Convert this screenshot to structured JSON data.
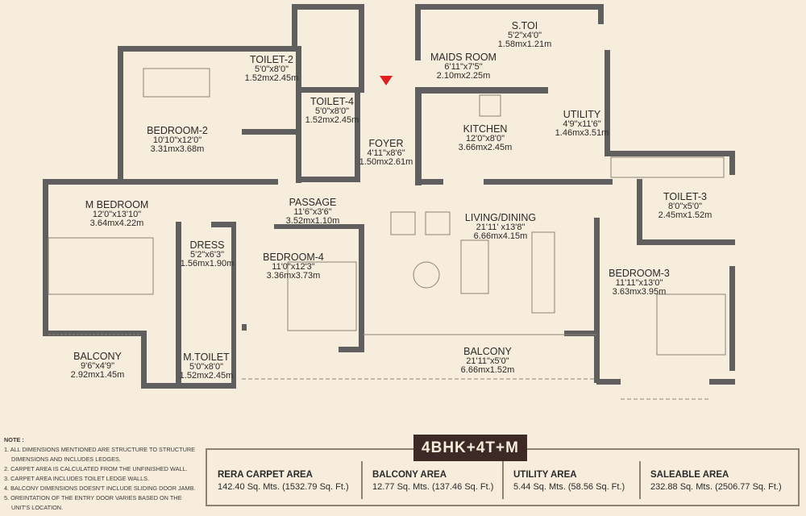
{
  "rooms": {
    "bedroom2": {
      "name": "BEDROOM-2",
      "ft": "10'10\"x12'0\"",
      "m": "3.31mx3.68m"
    },
    "toilet2": {
      "name": "TOILET-2",
      "ft": "5'0\"x8'0\"",
      "m": "1.52mx2.45m"
    },
    "toilet4": {
      "name": "TOILET-4",
      "ft": "5'0\"x8'0\"",
      "m": "1.52mx2.45m"
    },
    "maids": {
      "name": "MAIDS ROOM",
      "ft": "6'11\"x7'5\"",
      "m": "2.10mx2.25m"
    },
    "stoi": {
      "name": "S.TOI",
      "ft": "5'2\"x4'0\"",
      "m": "1.58mx1.21m"
    },
    "foyer": {
      "name": "FOYER",
      "ft": "4'11\"x8'6\"",
      "m": "1.50mx2.61m"
    },
    "kitchen": {
      "name": "KITCHEN",
      "ft": "12'0\"x8'0\"",
      "m": "3.66mx2.45m"
    },
    "utility": {
      "name": "UTILITY",
      "ft": "4'9\"x11'6\"",
      "m": "1.46mx3.51m"
    },
    "passage": {
      "name": "PASSAGE",
      "ft": "11'6\"x3'6\"",
      "m": "3.52mx1.10m"
    },
    "mbedroom": {
      "name": "M BEDROOM",
      "ft": "12'0\"x13'10\"",
      "m": "3.64mx4.22m"
    },
    "living": {
      "name": "LIVING/DINING",
      "ft": "21'11' x13'8\"",
      "m": "6.66mx4.15m"
    },
    "toilet3": {
      "name": "TOILET-3",
      "ft": "8'0\"x5'0\"",
      "m": "2.45mx1.52m"
    },
    "dress": {
      "name": "DRESS",
      "ft": "5'2\"x6'3\"",
      "m": "1.56mx1.90m"
    },
    "bedroom4": {
      "name": "BEDROOM-4",
      "ft": "11'0\"x12'3\"",
      "m": "3.36mx3.73m"
    },
    "bedroom3": {
      "name": "BEDROOM-3",
      "ft": "11'11\"x13'0\"",
      "m": "3.63mx3.95m"
    },
    "balcony1": {
      "name": "BALCONY",
      "ft": "9'6\"x4'9\"",
      "m": "2.92mx1.45m"
    },
    "mtoilet": {
      "name": "M.TOILET",
      "ft": "5'0\"x8'0\"",
      "m": "1.52mx2.45m"
    },
    "balcony2": {
      "name": "BALCONY",
      "ft": "21'11\"x5'0\"",
      "m": "6.66mx1.52m"
    }
  },
  "entry_marker_color": "#e02020",
  "wall_color": "#5f5f5f",
  "notes": {
    "title": "NOTE :",
    "items": [
      "1. ALL DIMENSIONS MENTIONED ARE STRUCTURE TO STRUCTURE",
      "DIMENSIONS AND INCLUDES LEDGES.",
      "2. CARPET AREA IS CALCULATED FROM THE UNFINISHED WALL.",
      "3. CARPET AREA INCLUDES TOILET LEDGE WALLS.",
      "4. BALCONY DIMENSIONS DOESN'T INCLUDE SLIDING DOOR JAMB.",
      "5. OREINTATION OF THE ENTRY DOOR VARIES BASED ON THE",
      "UNIT'S LOCATION."
    ]
  },
  "unit_type": "4BHK+4T+M",
  "areas": [
    {
      "label": "RERA CARPET AREA",
      "value": "142.40 Sq. Mts. (1532.79 Sq. Ft.)"
    },
    {
      "label": "BALCONY AREA",
      "value": "12.77 Sq. Mts. (137.46 Sq. Ft.)"
    },
    {
      "label": "UTILITY AREA",
      "value": "5.44 Sq. Mts. (58.56 Sq. Ft.)"
    },
    {
      "label": "SALEABLE AREA",
      "value": "232.88 Sq. Mts. (2506.77 Sq. Ft.)"
    }
  ]
}
